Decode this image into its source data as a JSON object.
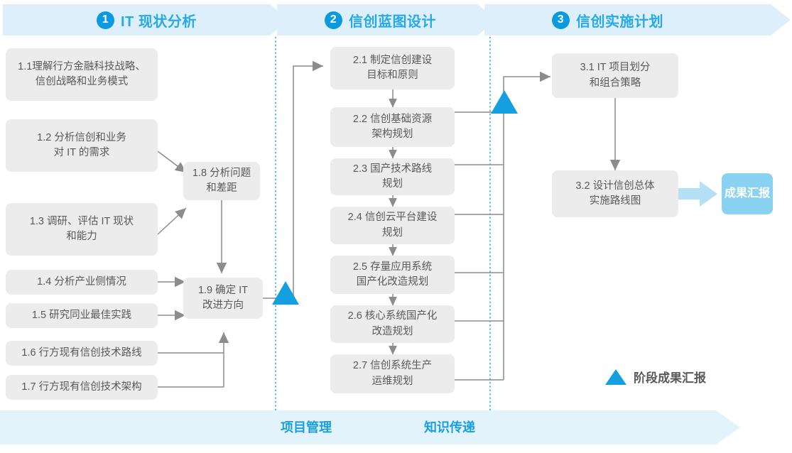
{
  "header": {
    "stages": [
      {
        "number": "1",
        "title": "IT 现状分析"
      },
      {
        "number": "2",
        "title": "信创蓝图设计"
      },
      {
        "number": "3",
        "title": "信创实施计划"
      }
    ]
  },
  "footer": {
    "labels": [
      "项目管理",
      "知识传递"
    ]
  },
  "stage1": {
    "boxes": [
      {
        "id": "1.1",
        "line1": "1.1理解行方金融科技战略、",
        "line2": "信创战略和业务模式"
      },
      {
        "id": "1.2",
        "line1": "1.2 分析信创和业务",
        "line2": "对 IT 的需求"
      },
      {
        "id": "1.3",
        "line1": "1.3 调研、评估 IT 现状",
        "line2": "和能力"
      },
      {
        "id": "1.4",
        "line1": "1.4 分析产业侧情况",
        "line2": ""
      },
      {
        "id": "1.5",
        "line1": "1.5 研究同业最佳实践",
        "line2": ""
      },
      {
        "id": "1.6",
        "line1": "1.6 行方现有信创技术路线",
        "line2": ""
      },
      {
        "id": "1.7",
        "line1": "1.7 行方现有信创技术架构",
        "line2": ""
      },
      {
        "id": "1.8",
        "line1": "1.8 分析问题",
        "line2": "和差距"
      },
      {
        "id": "1.9",
        "line1": "1.9 确定 IT",
        "line2": "改进方向"
      }
    ]
  },
  "stage2": {
    "boxes": [
      {
        "id": "2.1",
        "line1": "2.1 制定信创建设",
        "line2": "目标和原则"
      },
      {
        "id": "2.2",
        "line1": "2.2 信创基础资源",
        "line2": "架构规划"
      },
      {
        "id": "2.3",
        "line1": "2.3 国产技术路线",
        "line2": "规划"
      },
      {
        "id": "2.4",
        "line1": "2.4 信创云平台建设",
        "line2": "规划"
      },
      {
        "id": "2.5",
        "line1": "2.5 存量应用系统",
        "line2": "国产化改造规划"
      },
      {
        "id": "2.6",
        "line1": "2.6 核心系统国产化",
        "line2": "改造规划"
      },
      {
        "id": "2.7",
        "line1": "2.7 信创系统生产",
        "line2": "运维规划"
      }
    ]
  },
  "stage3": {
    "boxes": [
      {
        "id": "3.1",
        "line1": "3.1 IT 项目划分",
        "line2": "和组合策略"
      },
      {
        "id": "3.2",
        "line1": "3.2 设计信创总体",
        "line2": "实施路线图"
      }
    ],
    "result": {
      "line1": "成果",
      "line2": "汇报"
    }
  },
  "legend": {
    "label": "阶段成果汇报",
    "icon": "triangle-up-icon"
  },
  "colors": {
    "banner_bg": "#ddeffa",
    "accent": "#0b9ae0",
    "stage_title": "#28a9e8",
    "box_bg": "#ececec",
    "box_text": "#595959",
    "milestone": "#139fe0",
    "result_bg": "#8ad2f2",
    "divider": "#2aa9e0",
    "wire": "#8c8c8c"
  }
}
